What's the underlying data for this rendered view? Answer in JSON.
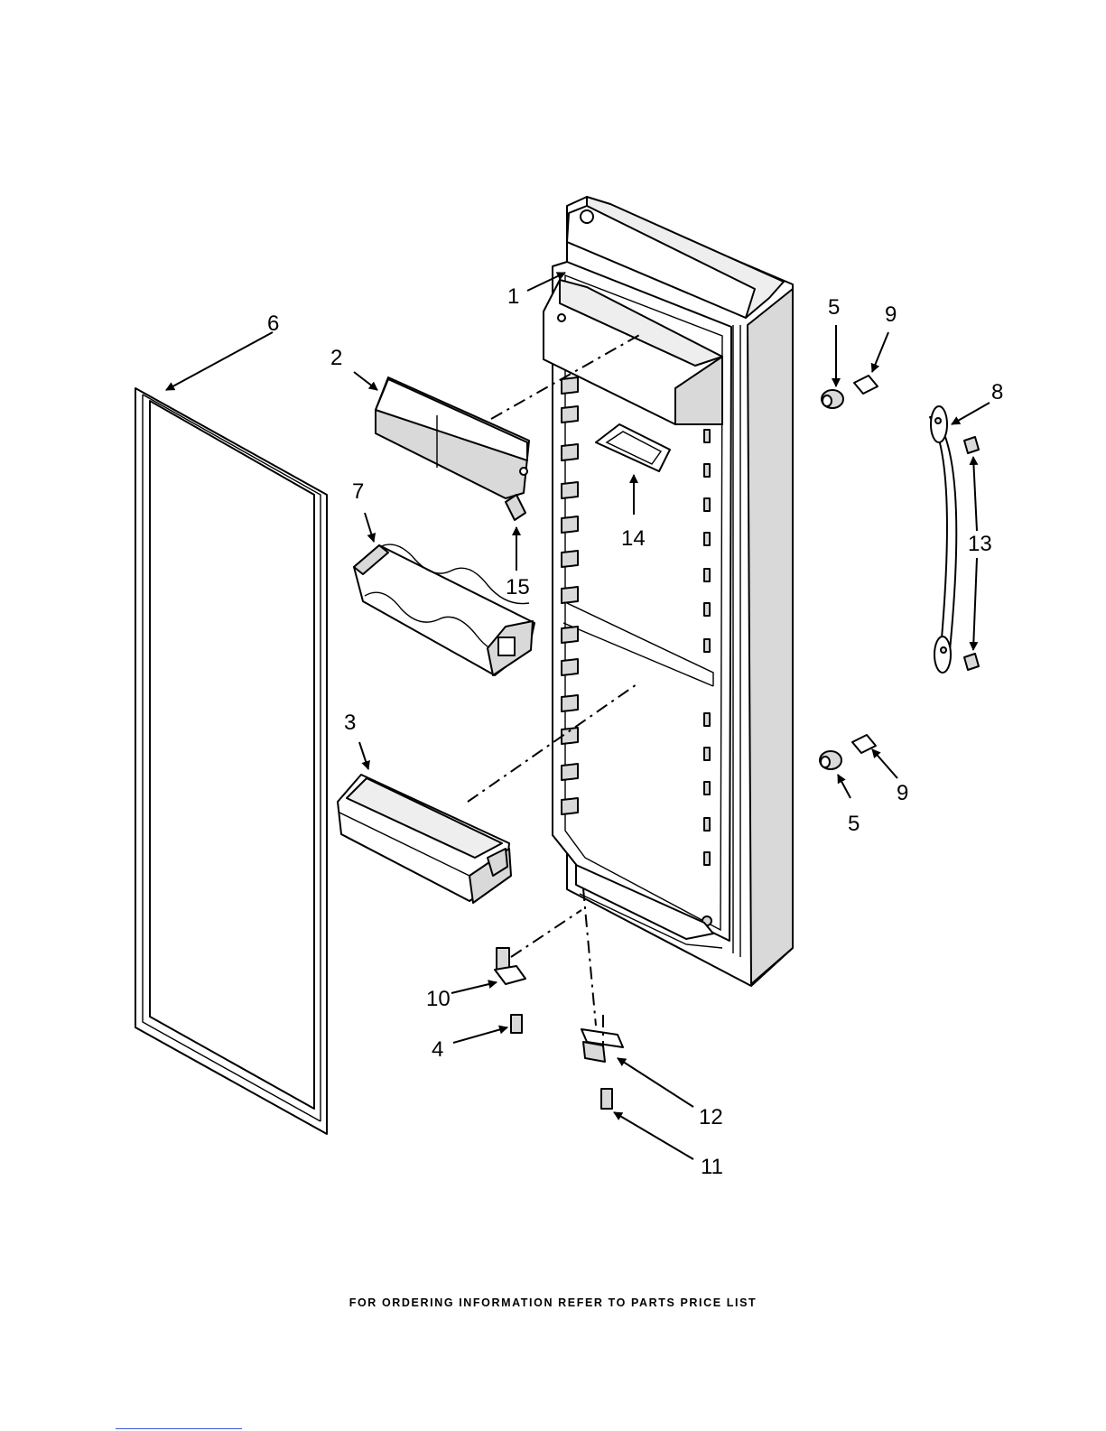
{
  "callouts": [
    "1",
    "2",
    "3",
    "4",
    "5",
    "5",
    "6",
    "7",
    "8",
    "9",
    "9",
    "10",
    "11",
    "12",
    "13",
    "14",
    "15"
  ],
  "footer": "FOR ORDERING INFORMATION REFER TO PARTS PRICE LIST"
}
